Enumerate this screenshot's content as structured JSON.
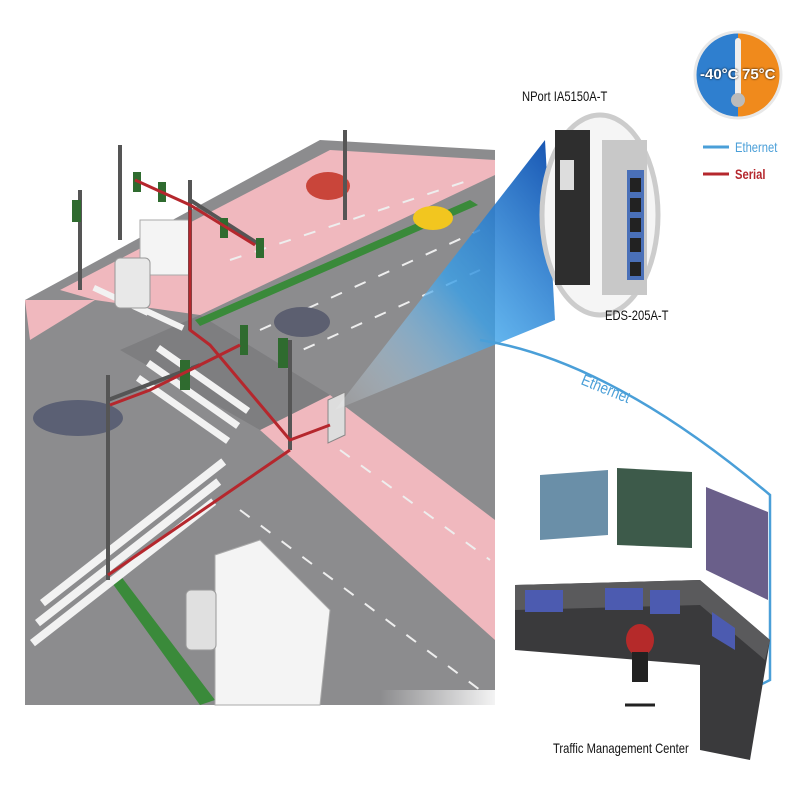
{
  "devices": {
    "nport_label": "NPort IA5150A-T",
    "eds_label": "EDS-205A-T"
  },
  "temperature": {
    "low": "-40°C",
    "high": "75°C"
  },
  "legend": {
    "items": [
      {
        "label": "Ethernet",
        "color": "#4a9fd8"
      },
      {
        "label": "Serial",
        "color": "#b5272d"
      }
    ]
  },
  "network": {
    "ethernet_label": "Ethernet"
  },
  "control_center": {
    "label": "Traffic Management Center"
  },
  "colors": {
    "road": "#8a8a8c",
    "sidewalk": "#f0b8be",
    "ethernet": "#4a9fd8",
    "serial": "#b5272d",
    "beam": "#1e6fc8"
  }
}
